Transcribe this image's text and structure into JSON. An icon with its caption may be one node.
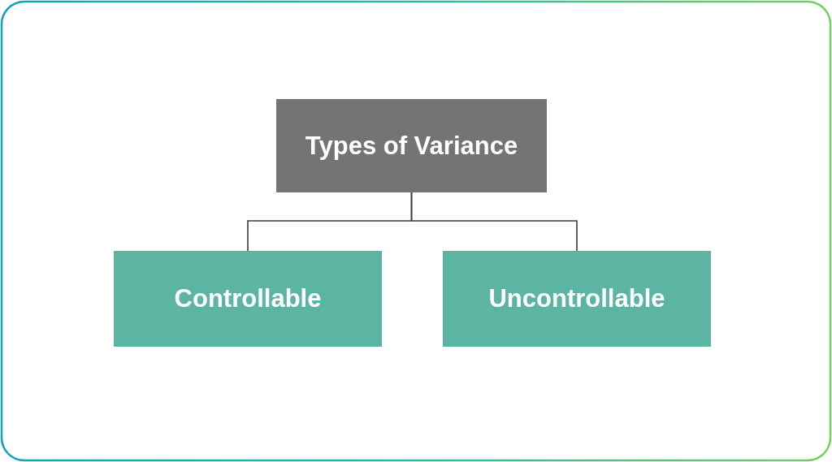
{
  "diagram": {
    "nodes": [
      {
        "text": [
          "Types of Variance"
        ]
      },
      {
        "text": [
          "Controllable"
        ]
      },
      {
        "text": [
          "Uncontrollable"
        ]
      }
    ],
    "edges": [
      {
        "from": 0,
        "to": 1,
        "arrow": "none"
      },
      {
        "from": 0,
        "to": 2,
        "arrow": "none"
      }
    ]
  }
}
